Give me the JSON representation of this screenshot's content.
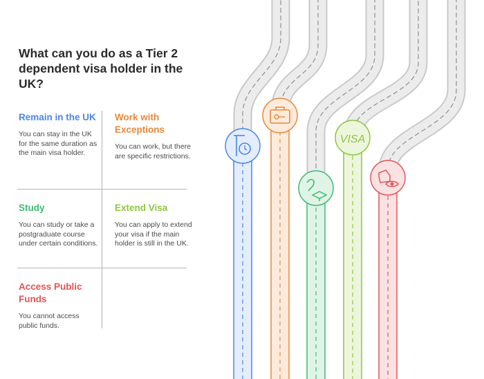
{
  "title": "What can you do as a Tier 2 dependent visa holder in the UK?",
  "items": [
    {
      "key": "remain",
      "heading": "Remain in the UK",
      "text": "You can stay in the UK for the same duration as the main visa holder.",
      "color": "#4a86e8",
      "icon": "clock-icon"
    },
    {
      "key": "work",
      "heading": "Work with Exceptions",
      "text": "You can work, but there are specific restrictions.",
      "color": "#e8893a",
      "icon": "briefcase-key-icon"
    },
    {
      "key": "study",
      "heading": "Study",
      "text": "You can study or take a postgraduate course under certain conditions.",
      "color": "#3dba6f",
      "icon": "graduation-cap-icon"
    },
    {
      "key": "extend",
      "heading": "Extend Visa",
      "text": "You can apply to extend your visa if the main holder is still in the UK.",
      "color": "#8cc63f",
      "icon": "visa-stamp-icon"
    },
    {
      "key": "funds",
      "heading": "Access Public Funds",
      "text": "You cannot access public funds.",
      "color": "#e05656",
      "icon": "eye-money-icon"
    }
  ],
  "visa_label": "VISA"
}
